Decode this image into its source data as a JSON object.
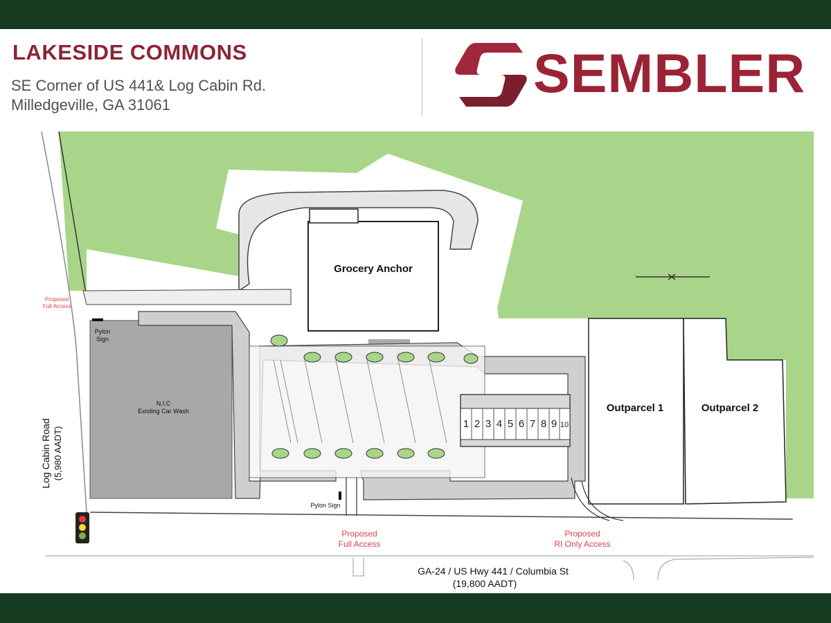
{
  "header": {
    "title": "LAKESIDE COMMONS",
    "address_line1": "SE Corner of US 441& Log Cabin Rd.",
    "address_line2": "Milledgeville, GA 31061",
    "brand": "SEMBLER"
  },
  "site_plan": {
    "anchor_label": "Grocery Anchor",
    "car_wash_label_1": "N.I.C",
    "car_wash_label_2": "Existing Car Wash",
    "outparcel_1": "Outparcel 1",
    "outparcel_2": "Outparcel 2",
    "units": [
      "1",
      "2",
      "3",
      "4",
      "5",
      "6",
      "7",
      "8",
      "9",
      "10"
    ],
    "pylon_sign_1a": "Pylon",
    "pylon_sign_1b": "Sign",
    "pylon_sign_2": "Pylon Sign",
    "access_left_1": "Proposed",
    "access_left_2": "Full Access",
    "access_bottom_1": "Proposed",
    "access_bottom_2": "Full Access",
    "access_right_1": "Proposed",
    "access_right_2": "RI Only Access"
  },
  "roads": {
    "log_cabin": "Log Cabin Road",
    "log_cabin_aadt": "(5,980 AADT)",
    "main_road": "GA-24 / US Hwy 441 / Columbia St",
    "main_road_aadt": "(19,800 AADT)"
  },
  "colors": {
    "frame": "#163a1f",
    "brand": "#9b2335",
    "green": "#a9d58a",
    "paving": "#c8c8c8",
    "access_red": "#e0404a"
  }
}
